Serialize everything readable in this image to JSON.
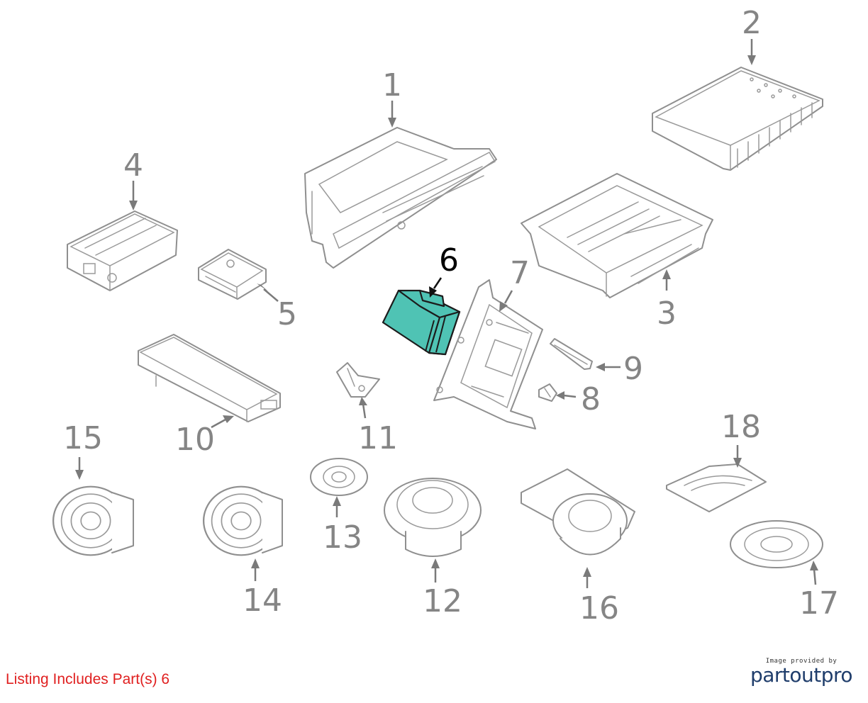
{
  "parts": [
    {
      "id": "1",
      "highlighted": false
    },
    {
      "id": "2",
      "highlighted": false
    },
    {
      "id": "3",
      "highlighted": false
    },
    {
      "id": "4",
      "highlighted": false
    },
    {
      "id": "5",
      "highlighted": false
    },
    {
      "id": "6",
      "highlighted": true
    },
    {
      "id": "7",
      "highlighted": false
    },
    {
      "id": "8",
      "highlighted": false
    },
    {
      "id": "9",
      "highlighted": false
    },
    {
      "id": "10",
      "highlighted": false
    },
    {
      "id": "11",
      "highlighted": false
    },
    {
      "id": "12",
      "highlighted": false
    },
    {
      "id": "13",
      "highlighted": false
    },
    {
      "id": "14",
      "highlighted": false
    },
    {
      "id": "15",
      "highlighted": false
    },
    {
      "id": "16",
      "highlighted": false
    },
    {
      "id": "17",
      "highlighted": false
    },
    {
      "id": "18",
      "highlighted": false
    }
  ],
  "colors": {
    "highlight_fill": "#4fc3b4",
    "listing_text": "#e02020",
    "label_gray": "#858585",
    "brand_blue": "#1f3d6b"
  },
  "listing_text": "Listing Includes Part(s) 6",
  "credit": {
    "provided_by": "Image provided by",
    "logo_text": "partoutpro"
  }
}
